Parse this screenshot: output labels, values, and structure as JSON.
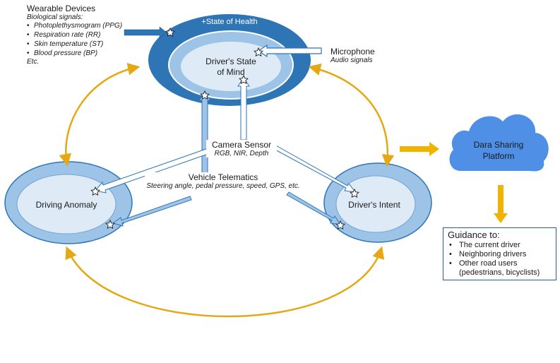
{
  "diagram": {
    "outer_label": "+State of Health",
    "state_of_mind": "Driver's State of Mind",
    "driving_anomaly": "Driving Anomaly",
    "drivers_intent": "Driver's Intent",
    "cloud_label": "Dara Sharing Platform"
  },
  "wearable": {
    "title": "Wearable Devices",
    "subtitle": "Biological signals:",
    "items": [
      "Photoplethysmogram (PPG)",
      "Respiration rate (RR)",
      "Skin temperature (ST)",
      "Blood pressure (BP)"
    ],
    "etc": "Etc."
  },
  "microphone": {
    "title": "Microphone",
    "subtitle": "Audio signals"
  },
  "camera": {
    "title": "Camera Sensor",
    "subtitle": "RGB, NIR, Depth"
  },
  "telematics": {
    "title": "Vehicle Telematics",
    "subtitle": "Steering angle, pedal pressure, speed, GPS, etc."
  },
  "guidance": {
    "title": "Guidance to:",
    "items": [
      "The current driver",
      "Neighboring drivers",
      "Other road users (pedestrians, bicyclists)"
    ]
  },
  "colors": {
    "outer_ring": "#2e75b6",
    "mid_ring": "#9dc3e6",
    "inner": "#deebf7",
    "cloud": "#4f8fe6",
    "gold": "#e5a812"
  }
}
